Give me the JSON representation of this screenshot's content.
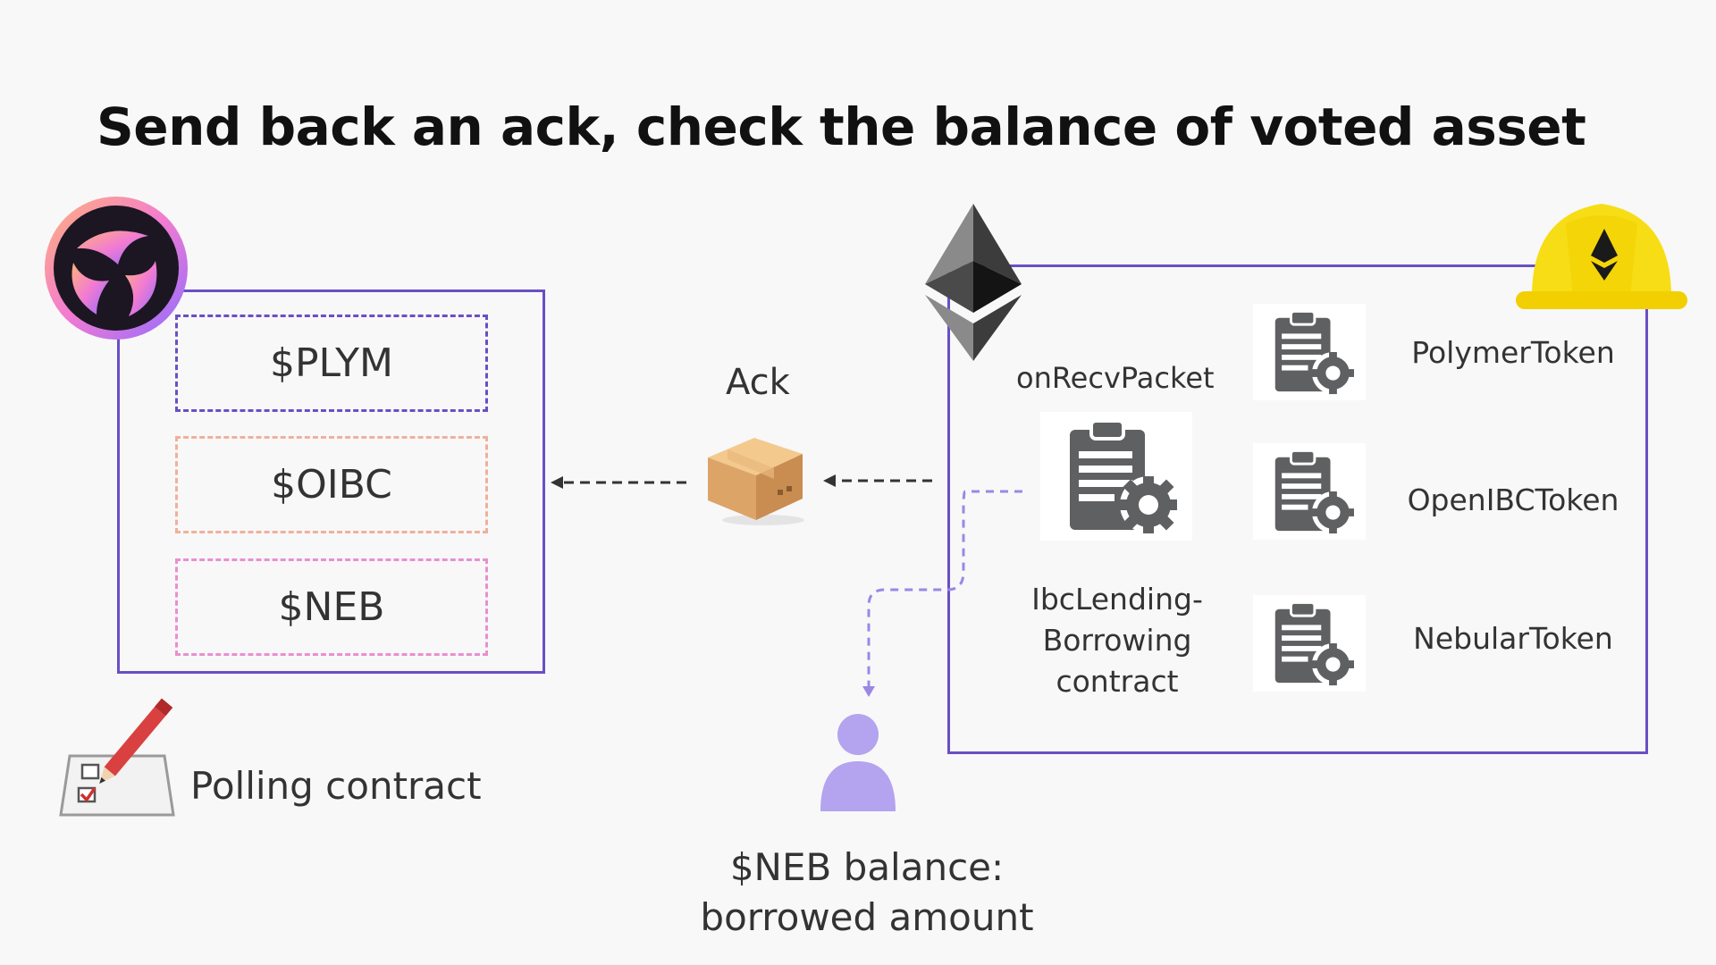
{
  "title": "Send back an ack, check the balance of voted asset",
  "tokens": [
    "$PLYM",
    "$OIBC",
    "$NEB"
  ],
  "ack_label": "Ack",
  "on_recv_label": "onRecvPacket",
  "contract_label": [
    "IbcLending-",
    "Borrowing",
    "contract"
  ],
  "token_contracts": [
    "PolymerToken",
    "OpenIBCToken",
    "NebularToken"
  ],
  "polling_label": "Polling contract",
  "balance_label": [
    "$NEB balance:",
    "borrowed amount"
  ],
  "colors": {
    "frame": "#6a4fc4",
    "plym_border": "#6a4fc4",
    "oibc_border": "#f0b09a",
    "neb_border": "#e98fd0",
    "user": "#b4a3ef",
    "helmet": "#f7dd16",
    "icon_gray": "#5f6062"
  },
  "icons": [
    "polymer-logo-icon",
    "ethereum-icon",
    "hardhat-icon",
    "package-icon",
    "contract-document-icon",
    "user-icon",
    "ballot-icon"
  ]
}
